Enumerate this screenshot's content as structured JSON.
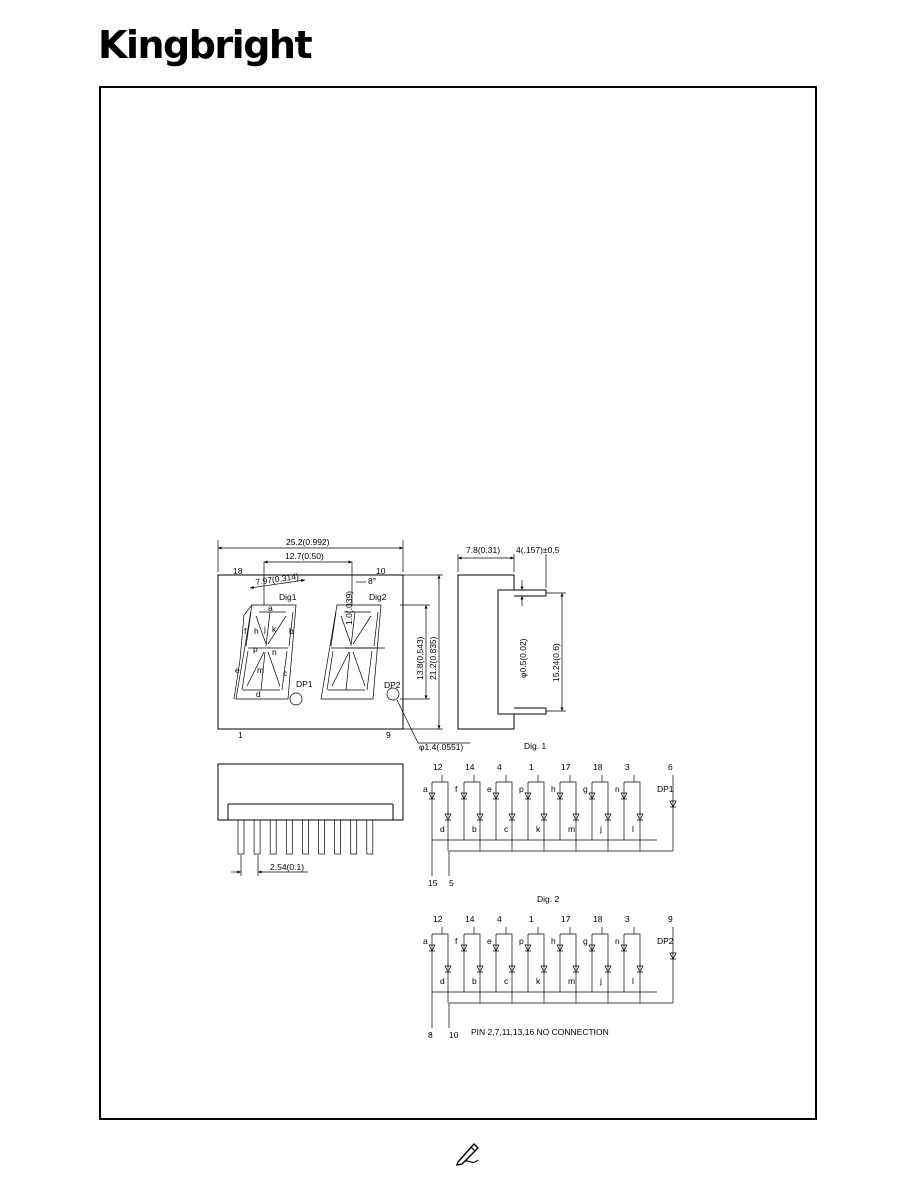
{
  "brand": {
    "name": "Kingbright"
  },
  "dimensions": {
    "overall_width": "25.2(0.992)",
    "digit_pitch": "12.7(0.50)",
    "segment_width": "7.97(0.314)",
    "slant": "8°",
    "segment_line": "1.0(.039)",
    "char_height": "13.8(0.543)",
    "overall_height": "21.2(0.835)",
    "depth": "7.8(0.31)",
    "pin_length": "4(.157)±0.5",
    "pin_diameter": "φ0.5(0.02)",
    "row_spacing": "15.24(0.6)",
    "pin_pitch": "2.54(0.1)",
    "dp_diameter": "φ1.4(.0551)"
  },
  "front_view": {
    "pin_18": "18",
    "pin_10": "10",
    "pin_1": "1",
    "pin_9": "9",
    "dig1": "Dig1",
    "dig2": "Dig2",
    "dp1": "DP1",
    "dp2": "DP2",
    "seg_a": "a",
    "seg_b": "b",
    "seg_c": "c",
    "seg_d": "d",
    "seg_e": "e",
    "seg_f": "f",
    "seg_h": "h",
    "seg_j": "j",
    "seg_k": "k",
    "seg_m": "m",
    "seg_n": "n",
    "seg_p": "p"
  },
  "circuit1": {
    "title": "Dig. 1",
    "top_pins": [
      "12",
      "14",
      "4",
      "1",
      "17",
      "18",
      "3",
      "6"
    ],
    "upper_segments": [
      "a",
      "f",
      "e",
      "p",
      "h",
      "g",
      "n",
      "DP1"
    ],
    "lower_segments": [
      "d",
      "b",
      "c",
      "k",
      "m",
      "j",
      "l"
    ],
    "common_pins": [
      "15",
      "5"
    ]
  },
  "circuit2": {
    "title": "Dig. 2",
    "top_pins": [
      "12",
      "14",
      "4",
      "1",
      "17",
      "18",
      "3",
      "9"
    ],
    "upper_segments": [
      "a",
      "f",
      "e",
      "p",
      "h",
      "g",
      "n",
      "DP2"
    ],
    "lower_segments": [
      "d",
      "b",
      "c",
      "k",
      "m",
      "j",
      "l"
    ],
    "common_pins": [
      "8",
      "10"
    ]
  },
  "note": "PIN 2,7,11,13,16 NO CONNECTION",
  "footer": {
    "icon": "pen-writing-icon"
  }
}
